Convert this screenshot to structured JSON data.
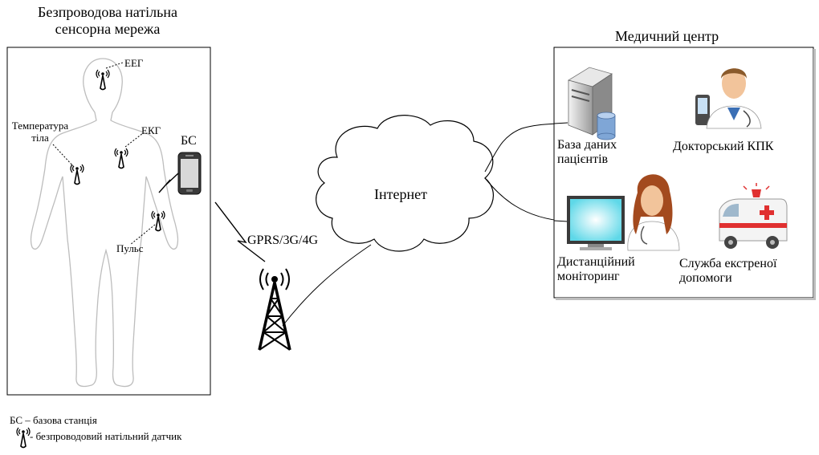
{
  "left": {
    "title_line1": "Безпроводова натільна",
    "title_line2": "сенсорна мережа",
    "sensors": {
      "eeg": "ЕЕГ",
      "temp_line1": "Температура",
      "temp_line2": "тіла",
      "ekg": "ЕКГ",
      "pulse": "Пульс"
    },
    "base_station": "БС"
  },
  "network": {
    "gprs": "GPRS/3G/4G",
    "internet": "Інтернет"
  },
  "medical_center": {
    "title": "Медичний центр",
    "database_line1": "База даних",
    "database_line2": "пацієнтів",
    "doctor_pda": "Докторський КПК",
    "monitoring_line1": "Дистанційний",
    "monitoring_line2": "моніторинг",
    "emergency_line1": "Служба екстреної",
    "emergency_line2": "допомоги"
  },
  "legend": {
    "bs_definition": "БС – базова станція",
    "sensor_definition": "- безпроводовий натільний датчик"
  },
  "icons": [
    "sensor-icon",
    "phone-icon",
    "tower-icon",
    "cloud-icon",
    "server-icon",
    "database-icon",
    "doctor-icon",
    "pda-icon",
    "monitor-icon",
    "nurse-icon",
    "ambulance-icon"
  ]
}
